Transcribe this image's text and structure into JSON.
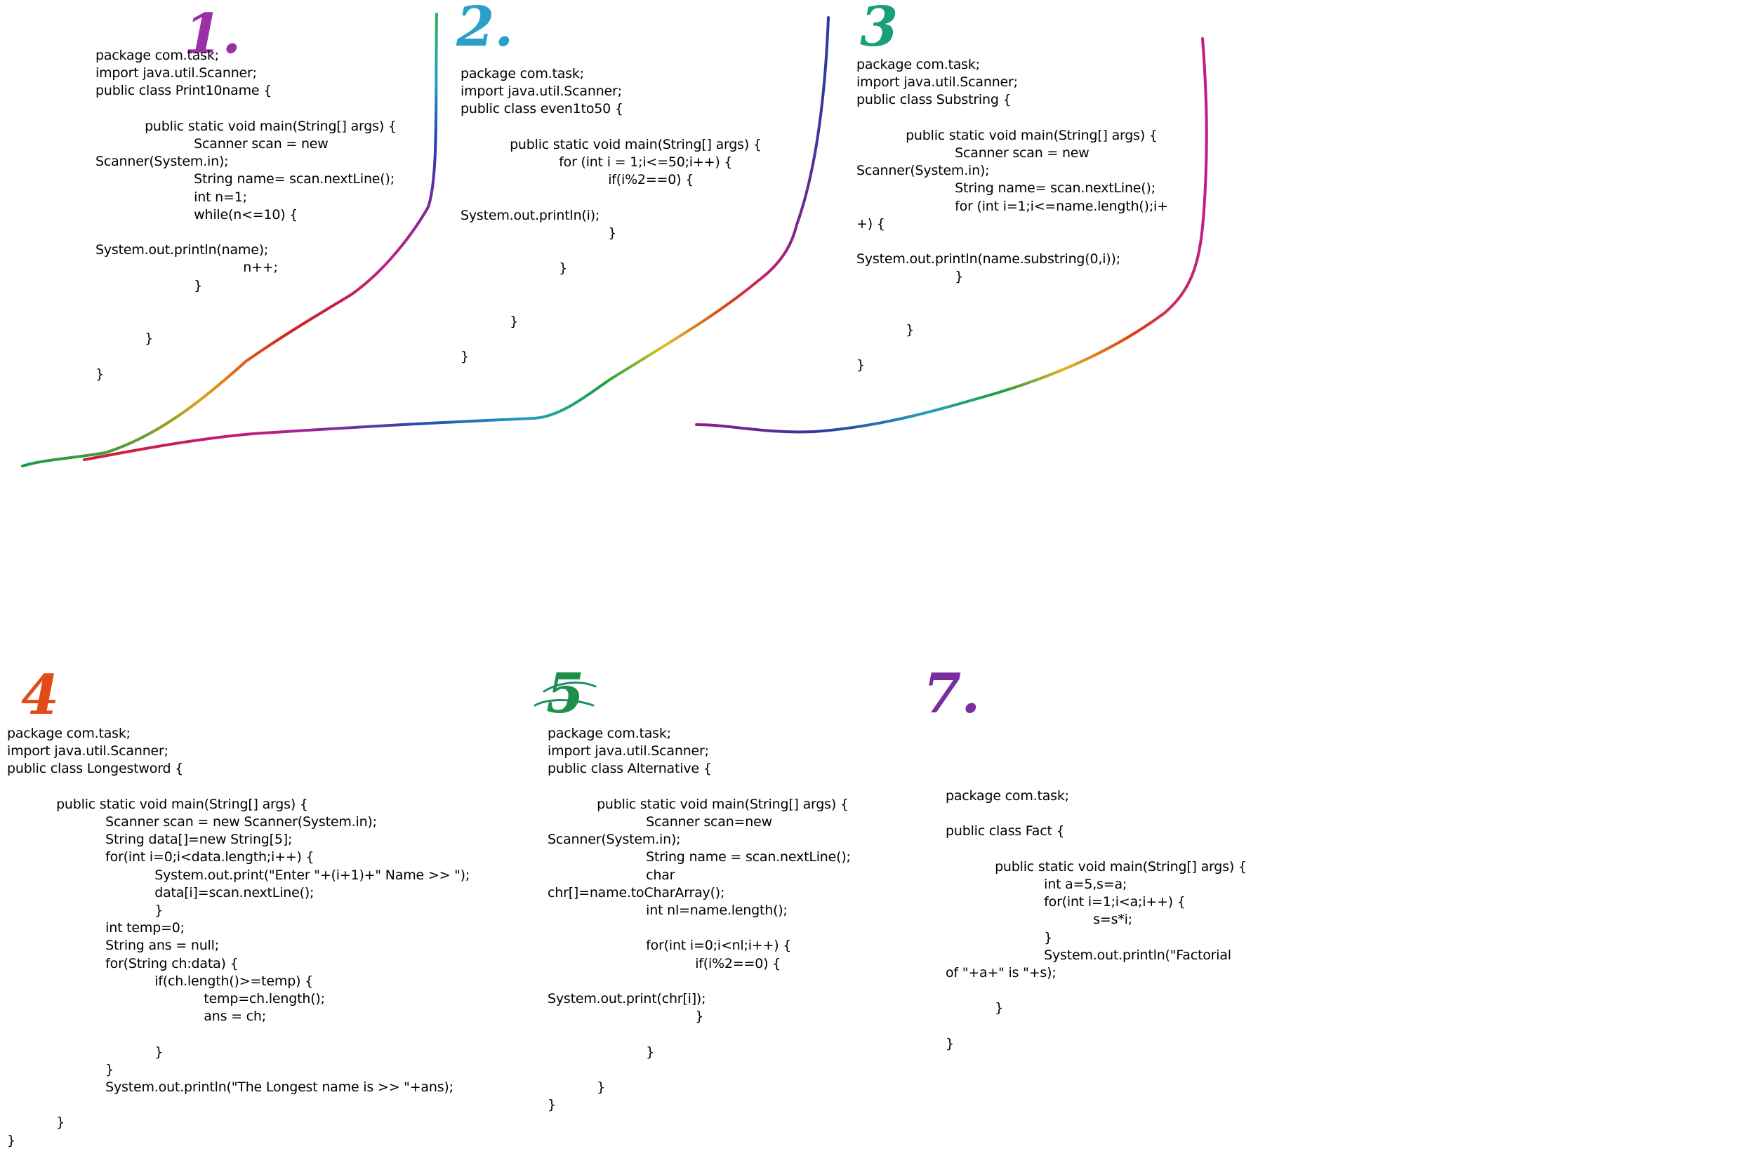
{
  "blocks": [
    {
      "id": "1",
      "label": "1.",
      "label_color": "#9b2fa8",
      "code": "package com.task;\nimport java.util.Scanner;\npublic class Print10name {\n\n            public static void main(String[] args) {\n                        Scanner scan = new\nScanner(System.in);\n                        String name= scan.nextLine();\n                        int n=1;\n                        while(n<=10) {\n\nSystem.out.println(name);\n                                    n++;\n                        }\n\n\n            }\n\n}"
    },
    {
      "id": "2",
      "label": "2.",
      "label_color": "#2aa0c8",
      "code": "package com.task;\nimport java.util.Scanner;\npublic class even1to50 {\n\n            public static void main(String[] args) {\n                        for (int i = 1;i<=50;i++) {\n                                    if(i%2==0) {\n\nSystem.out.println(i);\n                                    }\n\n                        }\n\n\n            }\n\n}"
    },
    {
      "id": "3",
      "label": "3",
      "label_color": "#1a9f7a",
      "code": "package com.task;\nimport java.util.Scanner;\npublic class Substring {\n\n            public static void main(String[] args) {\n                        Scanner scan = new\nScanner(System.in);\n                        String name= scan.nextLine();\n                        for (int i=1;i<=name.length();i+\n+) {\n\nSystem.out.println(name.substring(0,i));\n                        }\n\n\n            }\n\n}"
    },
    {
      "id": "4",
      "label": "4",
      "label_color": "#e24a1a",
      "code": "package com.task;\nimport java.util.Scanner;\npublic class Longestword {\n\n            public static void main(String[] args) {\n                        Scanner scan = new Scanner(System.in);\n                        String data[]=new String[5];\n                        for(int i=0;i<data.length;i++) {\n                                    System.out.print(\"Enter \"+(i+1)+\" Name >> \");\n                                    data[i]=scan.nextLine();\n                                    }\n                        int temp=0;\n                        String ans = null;\n                        for(String ch:data) {\n                                    if(ch.length()>=temp) {\n                                                temp=ch.length();\n                                                ans = ch;\n\n                                    }\n                        }\n                        System.out.println(\"The Longest name is >> \"+ans);\n\n            }\n}"
    },
    {
      "id": "5",
      "label": "5",
      "label_color": "#1f8f4a",
      "code": "package com.task;\nimport java.util.Scanner;\npublic class Alternative {\n\n            public static void main(String[] args) {\n                        Scanner scan=new\nScanner(System.in);\n                        String name = scan.nextLine();\n                        char\nchr[]=name.toCharArray();\n                        int nl=name.length();\n\n                        for(int i=0;i<nl;i++) {\n                                    if(i%2==0) {\n\nSystem.out.print(chr[i]);\n                                    }\n\n                        }\n\n            }\n}"
    },
    {
      "id": "7",
      "label": "7.",
      "label_color": "#7a2da0",
      "code": "package com.task;\n\npublic class Fact {\n\n            public static void main(String[] args) {\n                        int a=5,s=a;\n                        for(int i=1;i<a;i++) {\n                                    s=s*i;\n                        }\n                        System.out.println(\"Factorial\nof \"+a+\" is \"+s);\n\n            }\n\n}"
    }
  ]
}
